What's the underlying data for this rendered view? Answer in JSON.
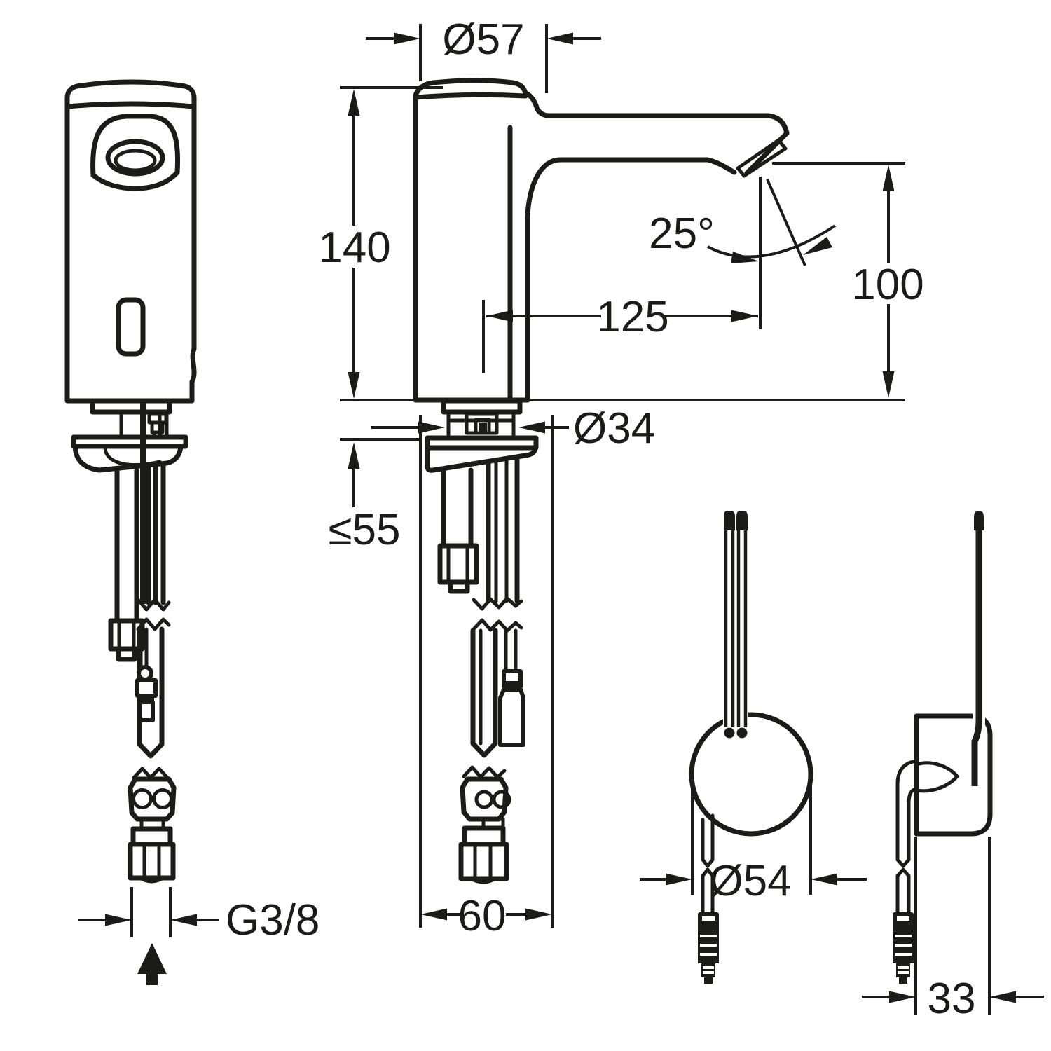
{
  "figure": {
    "type": "technical-dimension-drawing",
    "subject": "electronic sensor basin faucet with separate round control unit",
    "line_color": "#1b1b19",
    "background_color": "#ffffff"
  },
  "dimensions": {
    "spout_cap_diameter": "Ø57",
    "faucet_height": "140",
    "spout_reach": "125",
    "spray_angle": "25°",
    "outlet_height": "100",
    "shank_diameter": "Ø34",
    "max_deck_thickness": "≤55",
    "under_deck_clearance": "60",
    "inlet_thread": "G3/8",
    "control_unit_diameter": "Ø54",
    "control_unit_depth": "33"
  }
}
